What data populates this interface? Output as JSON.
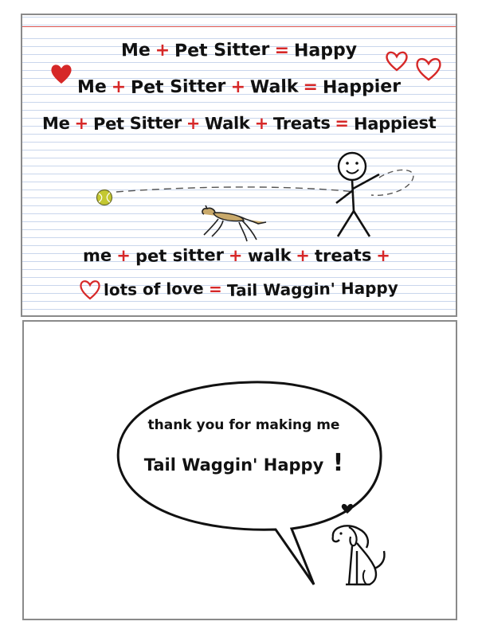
{
  "front": {
    "lines": [
      [
        "Me",
        "+",
        "Pet Sitter",
        "=",
        "Happy"
      ],
      [
        "Me",
        "+",
        "Pet Sitter",
        "+",
        "Walk",
        "=",
        "Happier"
      ],
      [
        "Me",
        "+",
        "Pet Sitter",
        "+",
        "Walk",
        "+",
        "Treats",
        "=",
        "Happiest"
      ],
      [
        "me",
        "+",
        "pet sitter",
        "+",
        "walk",
        "+",
        "treats",
        "+"
      ],
      [
        "lots of love",
        "=",
        "Tail Waggin' Happy"
      ]
    ]
  },
  "back": {
    "bubble_line1": "thank you for making me",
    "bubble_line2": "Tail Waggin' Happy",
    "bubble_exclaim": "!"
  },
  "colors": {
    "operator": "#d62828",
    "heart": "#d62828",
    "ink": "#111111",
    "dog_fill": "#c9a96a",
    "ball": "#c4c832"
  },
  "icons": [
    "heart-icon",
    "stick-figure",
    "tennis-ball",
    "running-dog",
    "sitting-dog"
  ]
}
